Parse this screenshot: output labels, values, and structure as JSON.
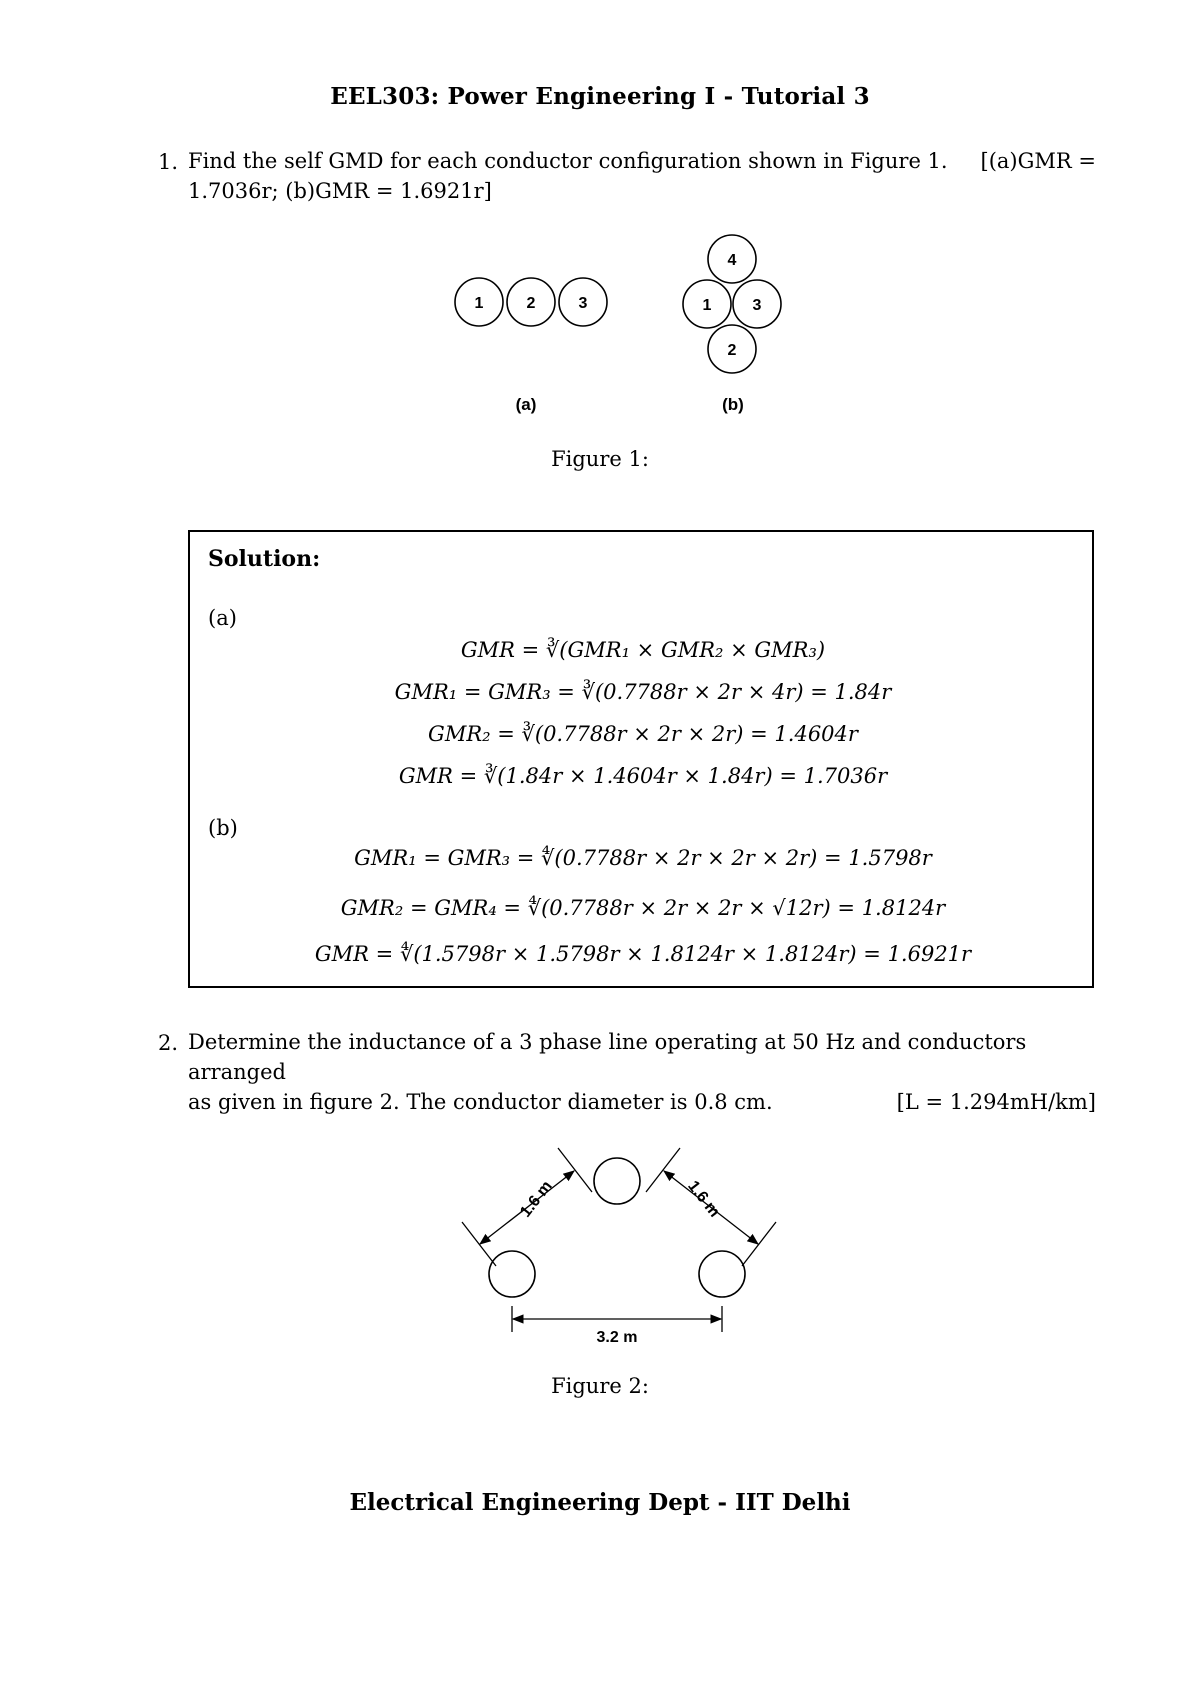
{
  "title": "EEL303: Power Engineering I - Tutorial 3",
  "q1": {
    "number": "1.",
    "text": "Find the self GMD for each conductor configuration shown in Figure 1.",
    "answer_line1": "[(a)GMR =",
    "answer_line2": "1.7036r; (b)GMR = 1.6921r]"
  },
  "figure1": {
    "caption": "Figure 1:",
    "a_label": "(a)",
    "b_label": "(b)",
    "a_conductors": [
      "1",
      "2",
      "3"
    ],
    "b_conductors": [
      "4",
      "1",
      "3",
      "2"
    ]
  },
  "solution": {
    "heading": "Solution:",
    "part_a": "(a)",
    "part_b": "(b)",
    "eq_a1": "GMR = ∛(GMR₁ × GMR₂ × GMR₃)",
    "eq_a2": "GMR₁ = GMR₃ = ∛(0.7788r × 2r × 4r) = 1.84r",
    "eq_a3": "GMR₂ = ∛(0.7788r × 2r × 2r) = 1.4604r",
    "eq_a4": "GMR = ∛(1.84r × 1.4604r × 1.84r) = 1.7036r",
    "eq_b1": "GMR₁ = GMR₃ = ∜(0.7788r × 2r × 2r × 2r) = 1.5798r",
    "eq_b2": "GMR₂ = GMR₄ = ∜(0.7788r × 2r × 2r × √12r) = 1.8124r",
    "eq_b3": "GMR = ∜(1.5798r × 1.5798r × 1.8124r × 1.8124r) = 1.6921r"
  },
  "q2": {
    "number": "2.",
    "text_line1": "Determine the inductance of a 3 phase line operating at 50 Hz and conductors arranged",
    "text_line2": "as given in figure 2. The conductor diameter is 0.8 cm.",
    "answer": "[L = 1.294mH/km]"
  },
  "figure2": {
    "caption": "Figure 2:",
    "left_dim": "1.6 m",
    "right_dim": "1.6 m",
    "bottom_dim": "3.2 m"
  },
  "footer": "Electrical Engineering Dept - IIT Delhi"
}
